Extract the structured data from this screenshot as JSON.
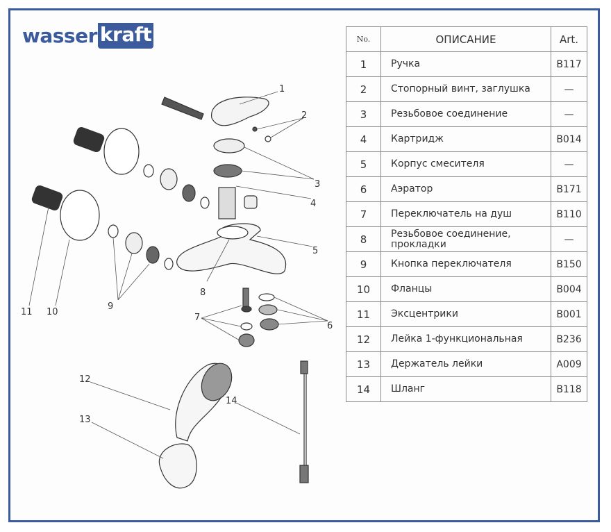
{
  "logo": {
    "part1": "wasser",
    "part2": "kraft"
  },
  "table": {
    "headers": {
      "no": "No.",
      "description": "ОПИСАНИЕ",
      "art": "Art."
    },
    "rows": [
      {
        "no": "1",
        "description": "Ручка",
        "art": "B117"
      },
      {
        "no": "2",
        "description": "Стопорный винт, заглушка",
        "art": "—"
      },
      {
        "no": "3",
        "description": "Резьбовое соединение",
        "art": "—"
      },
      {
        "no": "4",
        "description": "Картридж",
        "art": "B014"
      },
      {
        "no": "5",
        "description": "Корпус смесителя",
        "art": "—"
      },
      {
        "no": "6",
        "description": "Аэратор",
        "art": "B171"
      },
      {
        "no": "7",
        "description": "Переключатель на душ",
        "art": "B110"
      },
      {
        "no": "8",
        "description": "Резьбовое соединение, прокладки",
        "art": "—"
      },
      {
        "no": "9",
        "description": "Кнопка переключателя",
        "art": "B150"
      },
      {
        "no": "10",
        "description": "Фланцы",
        "art": "B004"
      },
      {
        "no": "11",
        "description": "Эксцентрики",
        "art": "B001"
      },
      {
        "no": "12",
        "description": "Лейка 1-функциональная",
        "art": "B236"
      },
      {
        "no": "13",
        "description": "Держатель лейки",
        "art": "A009"
      },
      {
        "no": "14",
        "description": "Шланг",
        "art": "B118"
      }
    ]
  },
  "callouts": [
    "1",
    "2",
    "3",
    "4",
    "5",
    "6",
    "7",
    "8",
    "9",
    "10",
    "11",
    "12",
    "13",
    "14"
  ]
}
